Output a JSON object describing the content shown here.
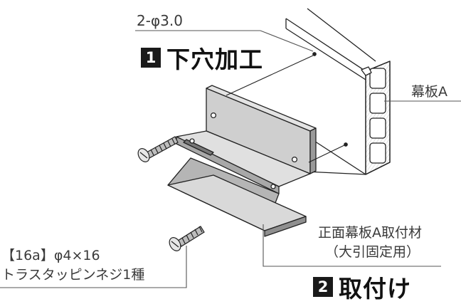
{
  "labels": {
    "holes": "2-φ3.0",
    "panel": "幕板A",
    "bracket_line1": "正面幕板A取付材",
    "bracket_line2": "（大引固定用）",
    "screw_line1": "【16a】φ4×16",
    "screw_line2": "トラスタッピンネジ1種"
  },
  "steps": [
    {
      "number": "1",
      "text": "下穴加工"
    },
    {
      "number": "2",
      "text": "取付け"
    }
  ],
  "colors": {
    "line": "#222222",
    "leader": "#555555",
    "metal_light": "#d8d8d8",
    "metal_mid": "#b9b9b9",
    "metal_dark": "#8f8f8f",
    "panel_hatch": "#cfcfcf"
  }
}
